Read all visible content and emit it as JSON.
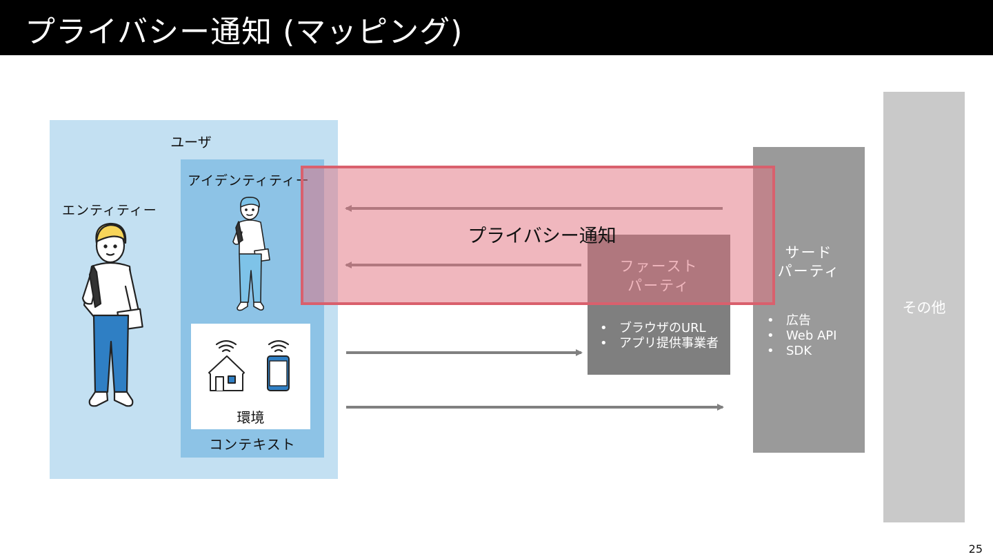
{
  "header": {
    "title": "プライバシー通知 (マッピング)"
  },
  "user": {
    "label": "ユーザ",
    "entity_label": "エンティティー",
    "identity_label": "アイデンティティー",
    "context_label": "コンテキスト",
    "environment_label": "環境"
  },
  "first_party": {
    "title_line1": "ファースト",
    "title_line2": "パーティ",
    "items": [
      "ブラウザのURL",
      "アプリ提供事業者"
    ]
  },
  "third_party": {
    "title_line1": "サード",
    "title_line2": "パーティ",
    "items": [
      "広告",
      "Web API",
      "SDK"
    ]
  },
  "other": {
    "label": "その他"
  },
  "overlay": {
    "label": "プライバシー通知"
  },
  "footer": {
    "page_number": "25"
  },
  "colors": {
    "user_box": "#c3e0f2",
    "identity_box": "#8dc3e6",
    "first_party_box": "#7f7f7f",
    "third_party_box": "#9a9a9a",
    "other_box": "#c9c9c9",
    "overlay_fill": "#e1707d",
    "overlay_border": "#d9606d",
    "arrow": "#808080",
    "illustration_blue": "#2f7fc4",
    "hair_yellow": "#f7d55a"
  },
  "icons": [
    "entity-person-icon",
    "identity-person-icon",
    "wifi-icon",
    "house-icon",
    "smartphone-icon",
    "arrow-left-icon",
    "arrow-right-icon"
  ]
}
